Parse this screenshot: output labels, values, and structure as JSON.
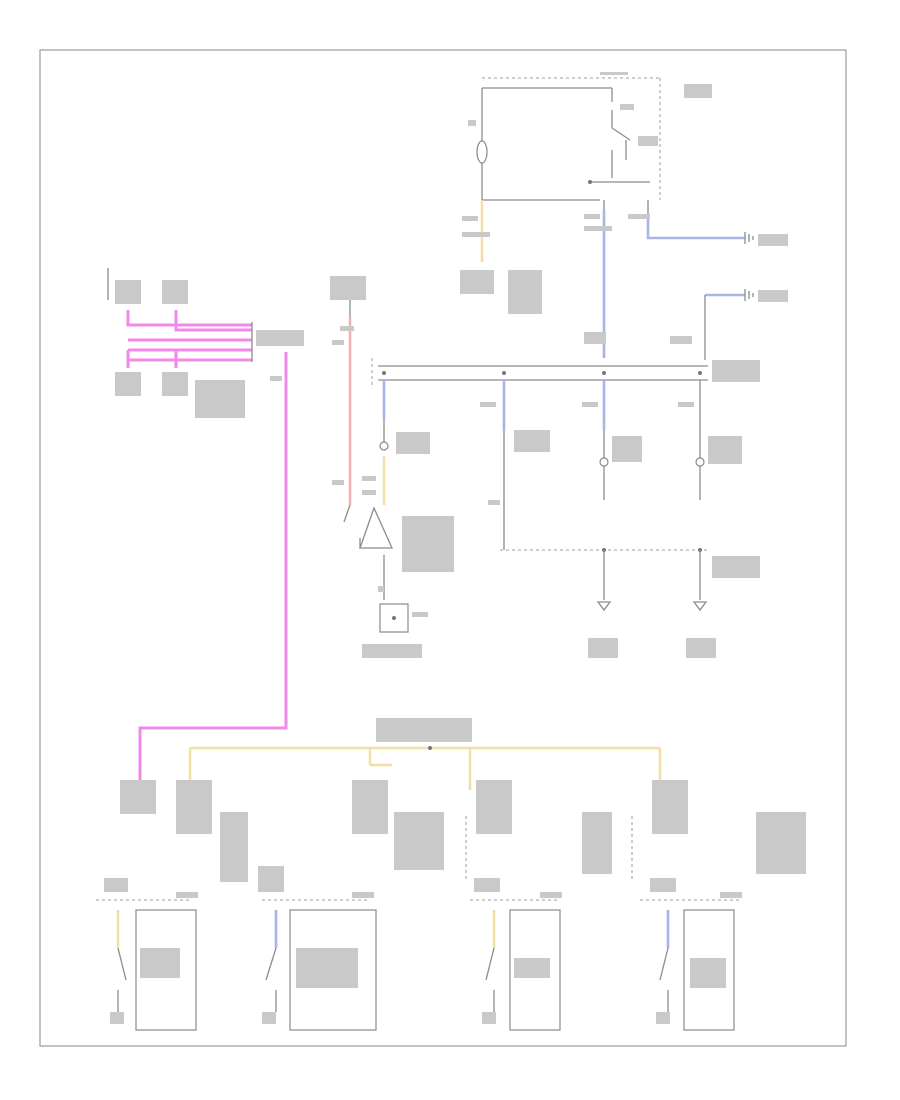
{
  "diagram": {
    "type": "automotive power door lock wiring schematic",
    "page_ref": "",
    "wire_colors": {
      "pink": "#f08ae8",
      "blue": "#a7b4ea",
      "tan": "#f3dfa6",
      "red": "#f3b1b1",
      "black": "#8c8c8c"
    },
    "components": [
      {
        "id": "fuse-block-top",
        "icon": "fuse-icon"
      },
      {
        "id": "relay-top",
        "icon": "relay-switch-icon"
      },
      {
        "id": "ground-right-1",
        "icon": "ground-icon"
      },
      {
        "id": "ground-right-2",
        "icon": "ground-icon"
      },
      {
        "id": "data-link-connector",
        "icon": "connector-icon"
      },
      {
        "id": "splice-pack-upper",
        "icon": "splice-icon"
      },
      {
        "id": "left-lamp",
        "icon": "lamp-icon"
      },
      {
        "id": "center-lamp",
        "icon": "lamp-icon"
      },
      {
        "id": "right-lamp",
        "icon": "lamp-icon"
      },
      {
        "id": "module-box",
        "icon": "module-icon"
      },
      {
        "id": "splice-pack-lower",
        "icon": "splice-icon"
      },
      {
        "id": "driver-door-actuator",
        "icon": "actuator-icon"
      },
      {
        "id": "passenger-door-actuator",
        "icon": "actuator-icon"
      },
      {
        "id": "left-rear-actuator",
        "icon": "actuator-icon"
      },
      {
        "id": "right-rear-actuator",
        "icon": "actuator-icon"
      }
    ]
  }
}
